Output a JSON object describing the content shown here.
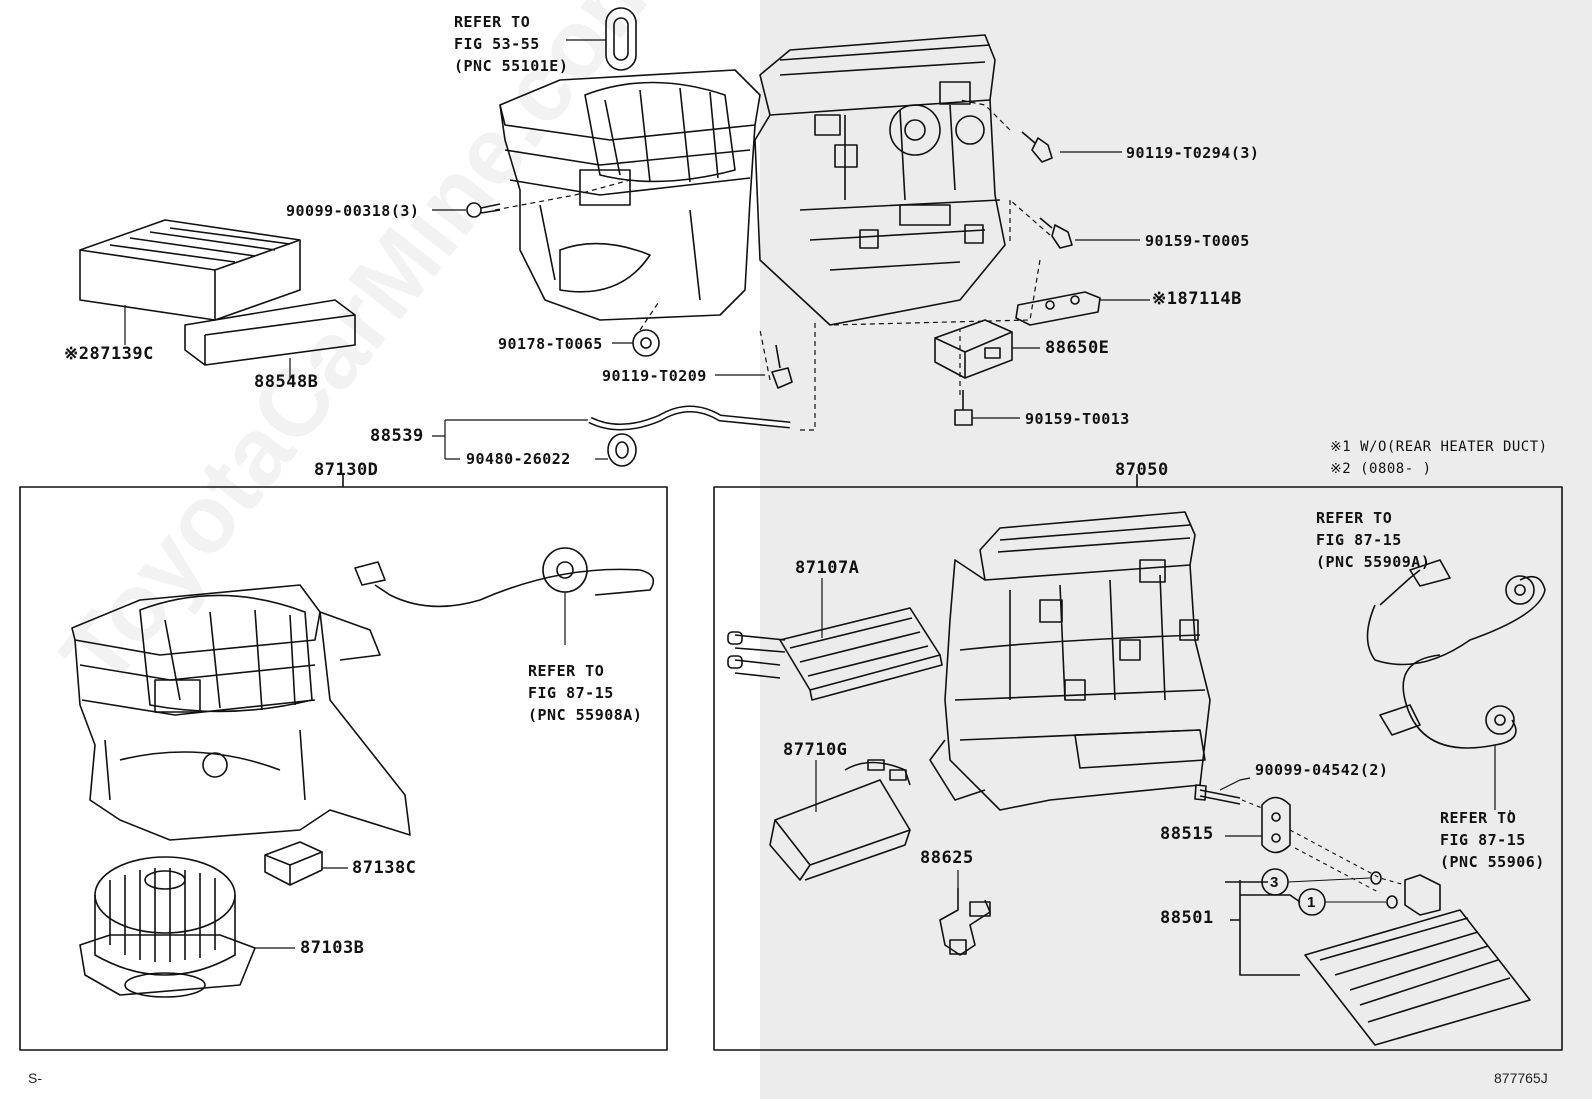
{
  "callouts": {
    "refer_a": [
      "REFER TO",
      "FIG 53-55",
      "(PNC 55101E)"
    ],
    "p_90099_00318": "90099-00318(3)",
    "p_90119_t0294": "90119-T0294(3)",
    "p_90159_t0005": "90159-T0005",
    "p_187114b": "※187114B",
    "p_287139c": "※287139C",
    "p_88548b": "88548B",
    "p_90178_t0065": "90178-T0065",
    "p_90119_t0209": "90119-T0209",
    "p_88650e": "88650E",
    "p_90159_t0013": "90159-T0013",
    "p_88539": "88539",
    "p_90480_26022": "90480-26022",
    "p_87130d": "87130D",
    "p_87050": "87050",
    "note1": "※1 W/O(REAR HEATER DUCT)",
    "note2": "※2 (0808-      )",
    "refer_b": [
      "REFER TO",
      "FIG 87-15",
      "(PNC 55908A)"
    ],
    "p_87138c": "87138C",
    "p_87103b": "87103B",
    "p_87107a": "87107A",
    "p_87710g": "87710G",
    "p_88625": "88625",
    "refer_c": [
      "REFER TO",
      "FIG 87-15",
      "(PNC 55909A)"
    ],
    "p_90099_04542": "90099-04542(2)",
    "p_88515": "88515",
    "p_88501": "88501",
    "circle_3": "3",
    "circle_1": "1",
    "refer_d": [
      "REFER TO",
      "FIG 87-15",
      "(PNC 55906)"
    ]
  },
  "footer": {
    "left": "S-",
    "right": "877765J"
  },
  "watermark": "ToyotaCarMine.com",
  "colors": {
    "line": "#111111",
    "shade": "#ececec"
  }
}
